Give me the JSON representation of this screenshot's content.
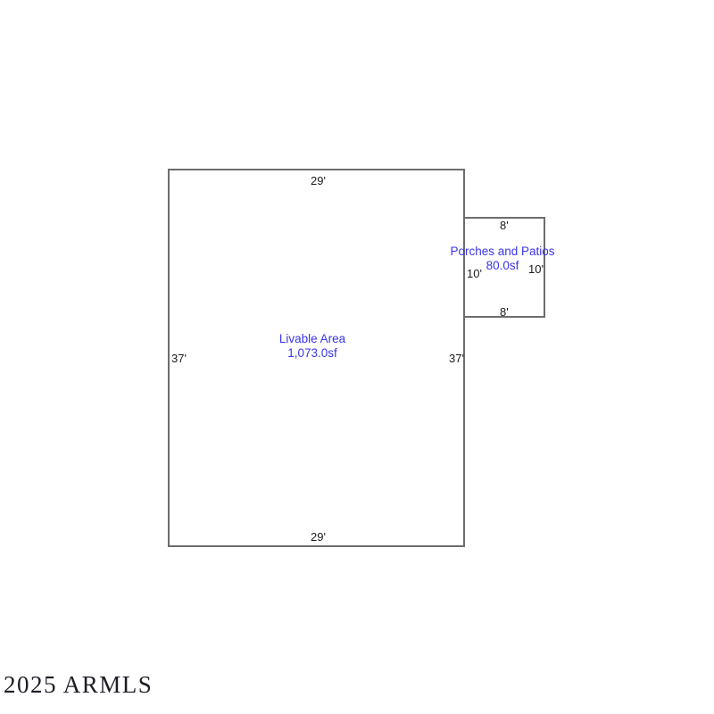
{
  "sketch": {
    "areas": [
      {
        "id": "livable-area",
        "name": "Livable Area",
        "size": "1,073.0sf",
        "dimensions": {
          "top": "29'",
          "bottom": "29'",
          "left": "37'",
          "right": "37'"
        }
      },
      {
        "id": "porches-and-patios",
        "name": "Porches and Patios",
        "size": "80.0sf",
        "dimensions": {
          "top": "8'",
          "bottom": "8'",
          "left": "10'",
          "right": "10'"
        }
      }
    ],
    "colors": {
      "outline": "#6d6d6d",
      "dimension_text": "#1a1a1a",
      "area_text": "#3a34ec",
      "background": "#ffffff"
    }
  },
  "watermark": {
    "text": "2025 ARMLS"
  }
}
